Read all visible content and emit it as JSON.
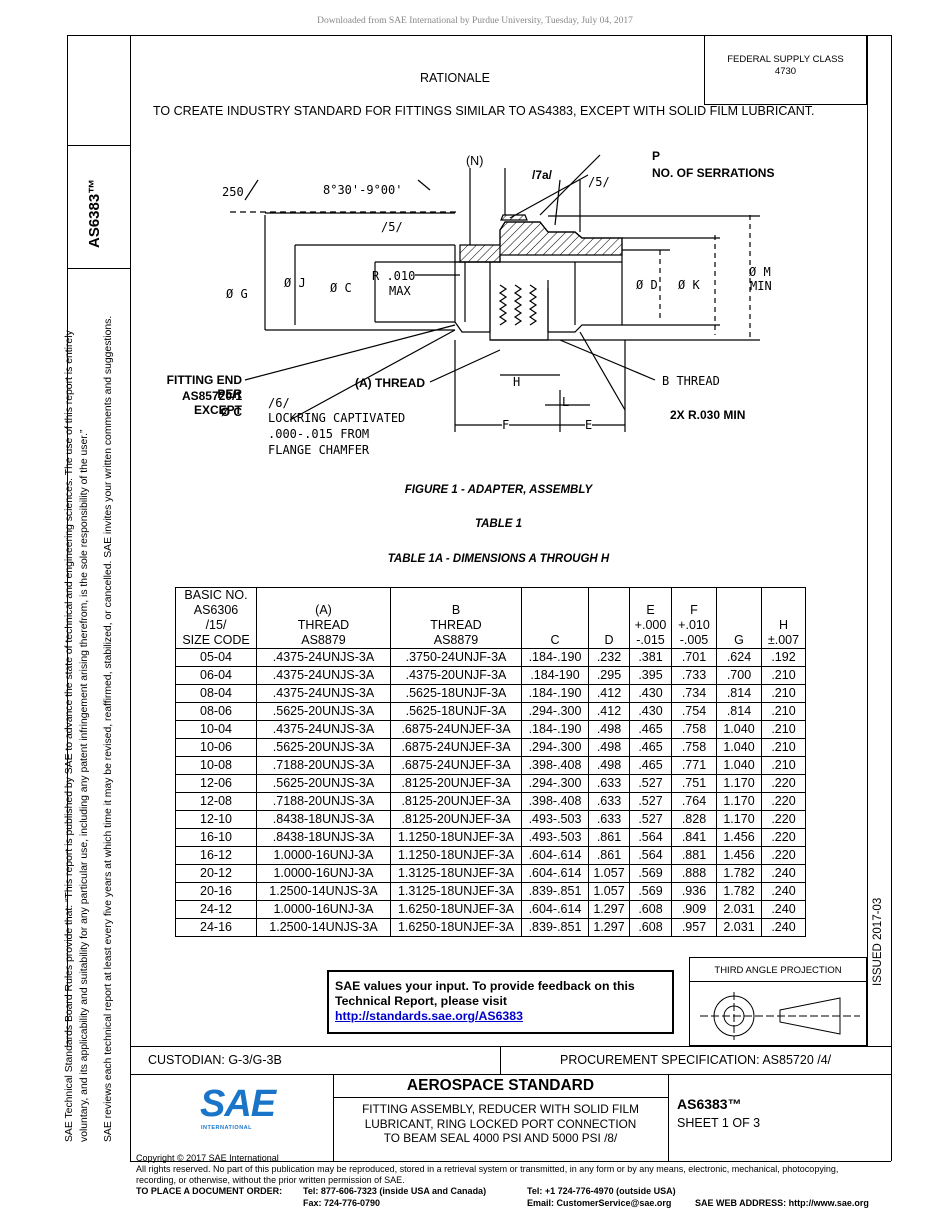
{
  "download_note": "Downloaded from SAE International by Purdue University, Tuesday, July 04, 2017",
  "federal_supply": {
    "line1": "FEDERAL SUPPLY CLASS",
    "line2": "4730"
  },
  "rationale": {
    "heading": "RATIONALE",
    "text": "TO CREATE INDUSTRY STANDARD FOR FITTINGS SIMILAR TO AS4383, EXCEPT WITH SOLID FILM LUBRICANT."
  },
  "doc_number_side": "AS6383™",
  "side_notice": {
    "col1_line1": "SAE Technical Standards Board Rules provide that: “This report is published by SAE to advance the state of technical and engineering sciences. The use of this report is entirely",
    "col1_line2": "voluntary, and its applicability and suitability for any particular use, including any patent infringement arising therefrom, is the sole responsibility of the user.”",
    "col2": "SAE reviews each technical report at least every five years at which time it may be revised, reaffirmed, stabilized, or cancelled. SAE invites your written comments and suggestions."
  },
  "figure": {
    "n_label": "(N)",
    "p_label": "P",
    "serrations": "NO. OF SERRATIONS",
    "note_7a": "/7a/",
    "note_5a": "/5/",
    "note_5b": "/5/",
    "note_250": "250",
    "angle": "8°30'-9°00'",
    "radius1": "R .010",
    "radius2": "MAX",
    "dia_g": "Ø G",
    "dia_j": "Ø J",
    "dia_c": "Ø C",
    "dia_d": "Ø D",
    "dia_k": "Ø K",
    "dia_m1": "Ø M",
    "dia_m2": "MIN",
    "fitting_end1": "FITTING END PER",
    "fitting_end2": "AS85720/1 EXCEPT",
    "fitting_end3": "Ø C",
    "a_thread": "(A) THREAD",
    "h": "H",
    "l": "L",
    "b_thread": "B THREAD",
    "note_6": "/6/",
    "lockring1": "LOCKRING CAPTIVATED",
    "lockring2": ".000-.015 FROM",
    "lockring3": "FLANGE CHAMFER",
    "f": "F",
    "e": "E",
    "radius_min": "2X R.030 MIN",
    "caption": "FIGURE 1 - ADAPTER, ASSEMBLY"
  },
  "table_title": "TABLE 1",
  "table_subtitle": "TABLE 1A - DIMENSIONS A THROUGH H",
  "table": {
    "headers": [
      [
        "BASIC NO.",
        "AS6306",
        "/15/",
        "SIZE CODE"
      ],
      [
        "(A)",
        "THREAD",
        "AS8879"
      ],
      [
        "B",
        "THREAD",
        "AS8879"
      ],
      [
        "C"
      ],
      [
        "D"
      ],
      [
        "E",
        "+.000",
        "-.015"
      ],
      [
        "F",
        "+.010",
        "-.005"
      ],
      [
        "G"
      ],
      [
        "H",
        "±.007"
      ]
    ],
    "rows": [
      [
        "05-04",
        ".4375-24UNJS-3A",
        ".3750-24UNJF-3A",
        ".184-.190",
        ".232",
        ".381",
        ".701",
        ".624",
        ".192"
      ],
      [
        "06-04",
        ".4375-24UNJS-3A",
        ".4375-20UNJF-3A",
        ".184-190",
        ".295",
        ".395",
        ".733",
        ".700",
        ".210"
      ],
      [
        "08-04",
        ".4375-24UNJS-3A",
        ".5625-18UNJF-3A",
        ".184-.190",
        ".412",
        ".430",
        ".734",
        ".814",
        ".210"
      ],
      [
        "08-06",
        ".5625-20UNJS-3A",
        ".5625-18UNJF-3A",
        ".294-.300",
        ".412",
        ".430",
        ".754",
        ".814",
        ".210"
      ],
      [
        "10-04",
        ".4375-24UNJS-3A",
        ".6875-24UNJEF-3A",
        ".184-.190",
        ".498",
        ".465",
        ".758",
        "1.040",
        ".210"
      ],
      [
        "10-06",
        ".5625-20UNJS-3A",
        ".6875-24UNJEF-3A",
        ".294-.300",
        ".498",
        ".465",
        ".758",
        "1.040",
        ".210"
      ],
      [
        "10-08",
        ".7188-20UNJS-3A",
        ".6875-24UNJEF-3A",
        ".398-.408",
        ".498",
        ".465",
        ".771",
        "1.040",
        ".210"
      ],
      [
        "12-06",
        ".5625-20UNJS-3A",
        ".8125-20UNJEF-3A",
        ".294-.300",
        ".633",
        ".527",
        ".751",
        "1.170",
        ".220"
      ],
      [
        "12-08",
        ".7188-20UNJS-3A",
        ".8125-20UNJEF-3A",
        ".398-.408",
        ".633",
        ".527",
        ".764",
        "1.170",
        ".220"
      ],
      [
        "12-10",
        ".8438-18UNJS-3A",
        ".8125-20UNJEF-3A",
        ".493-.503",
        ".633",
        ".527",
        ".828",
        "1.170",
        ".220"
      ],
      [
        "16-10",
        ".8438-18UNJS-3A",
        "1.1250-18UNJEF-3A",
        ".493-.503",
        ".861",
        ".564",
        ".841",
        "1.456",
        ".220"
      ],
      [
        "16-12",
        "1.0000-16UNJ-3A",
        "1.1250-18UNJEF-3A",
        ".604-.614",
        ".861",
        ".564",
        ".881",
        "1.456",
        ".220"
      ],
      [
        "20-12",
        "1.0000-16UNJ-3A",
        "1.3125-18UNJEF-3A",
        ".604-.614",
        "1.057",
        ".569",
        ".888",
        "1.782",
        ".240"
      ],
      [
        "20-16",
        "1.2500-14UNJS-3A",
        "1.3125-18UNJEF-3A",
        ".839-.851",
        "1.057",
        ".569",
        ".936",
        "1.782",
        ".240"
      ],
      [
        "24-12",
        "1.0000-16UNJ-3A",
        "1.6250-18UNJEF-3A",
        ".604-.614",
        "1.297",
        ".608",
        ".909",
        "2.031",
        ".240"
      ],
      [
        "24-16",
        "1.2500-14UNJS-3A",
        "1.6250-18UNJEF-3A",
        ".839-.851",
        "1.297",
        ".608",
        ".957",
        "2.031",
        ".240"
      ]
    ]
  },
  "feedback": {
    "line1": "SAE values your input. To provide feedback on this",
    "line2": "Technical Report, please visit",
    "link": "http://standards.sae.org/AS6383"
  },
  "third_angle": "THIRD ANGLE PROJECTION",
  "issued": "ISSUED 2017-03",
  "custodian": "CUSTODIAN: G-3/G-3B",
  "procurement": "PROCUREMENT SPECIFICATION: AS85720 /4/",
  "logo_text": "SAE",
  "logo_sub": "INTERNATIONAL",
  "standard_heading": "AEROSPACE STANDARD",
  "doc_title": {
    "line1": "FITTING ASSEMBLY, REDUCER WITH SOLID FILM",
    "line2": "LUBRICANT, RING LOCKED PORT CONNECTION",
    "line3": "TO BEAM SEAL 4000 PSI AND 5000 PSI /8/"
  },
  "doc_number": "AS6383™",
  "sheet": "SHEET 1 OF 3",
  "footer": {
    "copyright": "Copyright © 2017 SAE International",
    "rights1": "All rights reserved. No part of this publication may be reproduced, stored in a retrieval system or transmitted, in any form or by any means, electronic, mechanical, photocopying,",
    "rights2": "recording, or otherwise, without the prior written permission of SAE.",
    "order_label": "TO PLACE A DOCUMENT ORDER:",
    "tel_us": "Tel: 877-606-7323 (inside USA and Canada)",
    "fax": "Fax: 724-776-0790",
    "tel_intl": "Tel: +1 724-776-4970 (outside USA)",
    "email": "Email: CustomerService@sae.org",
    "web": "SAE WEB ADDRESS: http://www.sae.org"
  },
  "colors": {
    "link": "#0000cc",
    "logo": "#1a75c9"
  }
}
